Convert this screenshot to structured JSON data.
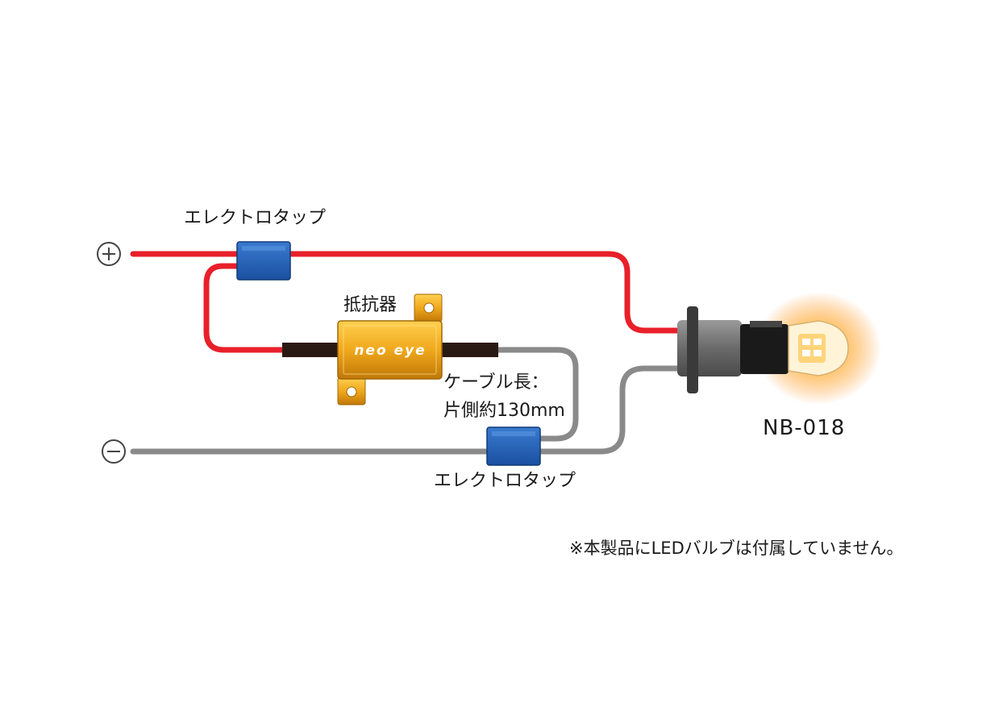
{
  "labels": {
    "tap_top": "エレクトロタップ",
    "tap_bottom": "エレクトロタップ",
    "resistor": "抵抗器",
    "cable_line1": "ケーブル長：",
    "cable_line2": "片側約130mm",
    "model": "NB-018",
    "note": "※本製品にLEDバルブは付属していません。"
  },
  "symbols": {
    "plus": "+",
    "minus": "−"
  },
  "resistor_logo": "neo eye",
  "colors": {
    "positive_wire": "#e8202a",
    "negative_wire": "#8a8a8a",
    "tap": "#1f5fb0",
    "resistor_gold": "#f0a81c",
    "lead": "#2a1a14",
    "glow": "#ffa040"
  }
}
